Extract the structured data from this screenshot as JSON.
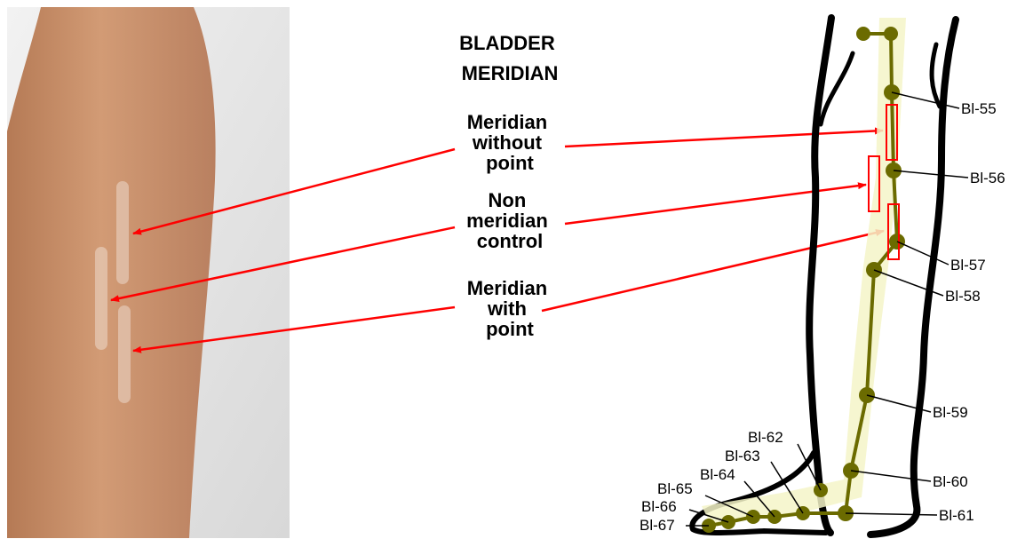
{
  "title_lines": [
    "BLADDER",
    "MERIDIAN"
  ],
  "callouts": [
    {
      "lines": [
        "Meridian",
        "without",
        "point"
      ]
    },
    {
      "lines": [
        "Non",
        "meridian",
        "control"
      ]
    },
    {
      "lines": [
        "Meridian",
        "with",
        "point"
      ]
    }
  ],
  "points": [
    "Bl-55",
    "Bl-56",
    "Bl-57",
    "Bl-58",
    "Bl-59",
    "Bl-60",
    "Bl-61",
    "Bl-62",
    "Bl-63",
    "Bl-64",
    "Bl-65",
    "Bl-66",
    "Bl-67"
  ],
  "colors": {
    "arrow": "#ff0000",
    "meridian_line": "#6b6b00",
    "meridian_glow": "#f5f5c8",
    "leg_outline": "#000000",
    "skin": "#c9906a"
  }
}
